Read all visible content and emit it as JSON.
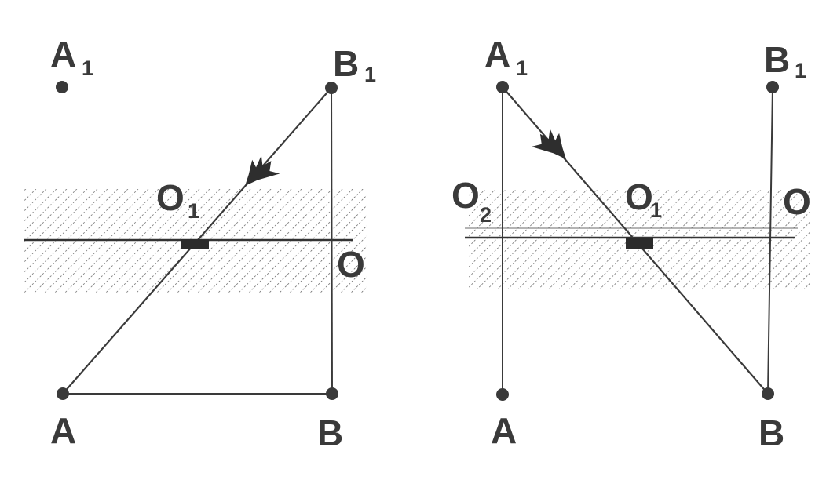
{
  "figure": {
    "type": "optics-pinhole-diagram",
    "background_color": "#ffffff",
    "ink_color": "#3a3a3a",
    "hatch_color": "#575757",
    "pinhole_color": "#2b2b2b",
    "arrow_color": "#2e2e2e",
    "panels": [
      {
        "side": "left",
        "labels": {
          "A1": {
            "main": "A",
            "sub": "1"
          },
          "B1": {
            "main": "B",
            "sub": "1"
          },
          "A": {
            "main": "A"
          },
          "B": {
            "main": "B"
          },
          "O1": {
            "main": "O",
            "sub": "1"
          },
          "O": {
            "main": "O"
          }
        }
      },
      {
        "side": "right",
        "labels": {
          "A1": {
            "main": "A",
            "sub": "1"
          },
          "B1": {
            "main": "B",
            "sub": "1"
          },
          "A": {
            "main": "A"
          },
          "B": {
            "main": "B"
          },
          "O2": {
            "main": "O",
            "sub": "2"
          },
          "O1": {
            "main": "O",
            "sub": "1"
          },
          "O": {
            "main": "O"
          }
        }
      }
    ]
  }
}
